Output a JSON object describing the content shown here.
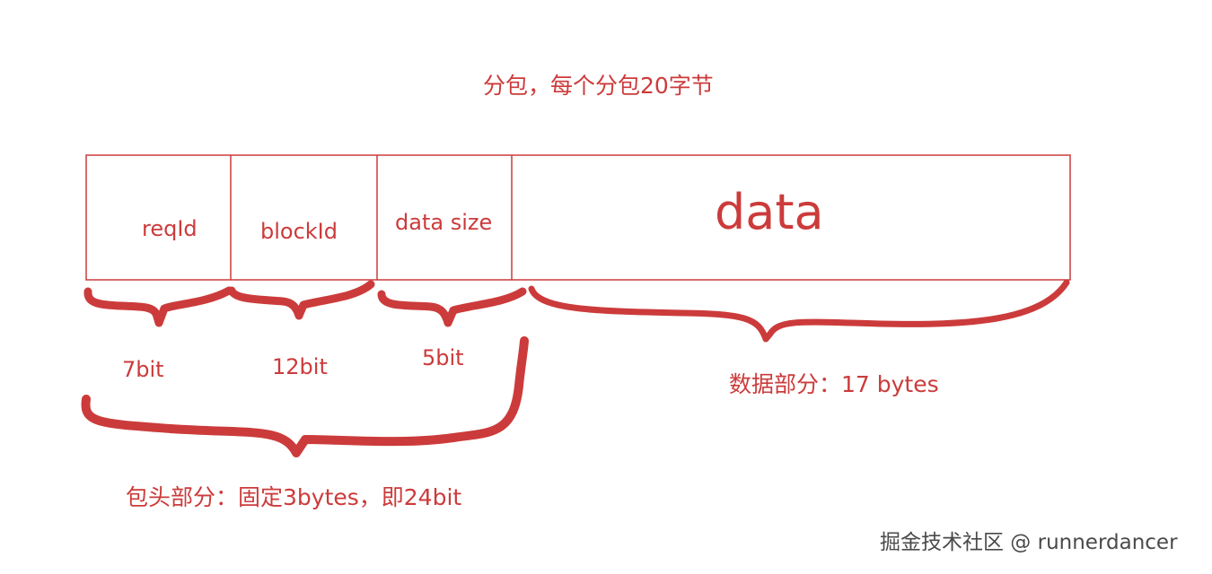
{
  "title": "分包，每个分包20字节",
  "fields": [
    {
      "label": "reqId",
      "bits": "7bit"
    },
    {
      "label": "blockId",
      "bits": "12bit"
    },
    {
      "label": "data size",
      "bits": "5bit"
    },
    {
      "label": "data"
    }
  ],
  "data_part_label": "数据部分：17 bytes",
  "header_part_label": "包头部分：固定3bytes，即24bit",
  "watermark": "掘金技术社区 @ runnerdancer",
  "colors": {
    "accent": "#cc3b3b",
    "watermark": "#4a4a4a"
  }
}
